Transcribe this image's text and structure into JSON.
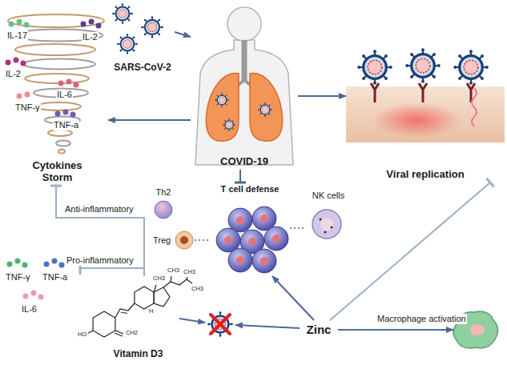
{
  "diagram": {
    "nodes": [
      {
        "text": [
          "SARS-CoV-2"
        ]
      },
      {
        "text": [
          "COVID-19"
        ]
      },
      {
        "text": [
          "Cytokines Storm"
        ]
      },
      {
        "text": [
          "Viral replication"
        ]
      },
      {
        "text": [
          "Th2"
        ]
      },
      {
        "text": [
          "T cell defense"
        ]
      },
      {
        "text": [
          "NK cells"
        ]
      },
      {
        "text": [
          "Treg"
        ]
      },
      {
        "text": [
          "Vitamin D3"
        ]
      },
      {
        "text": [
          "Zinc"
        ]
      }
    ],
    "edges": [
      {
        "from": 0,
        "to": 1,
        "arrow": "to"
      },
      {
        "from": 1,
        "to": 2,
        "arrow": "to"
      },
      {
        "from": 1,
        "to": 3,
        "arrow": "to"
      },
      {
        "from": 1,
        "to": 5,
        "arrow": "to"
      },
      {
        "from": 8,
        "to": 2,
        "label": "Anti-inflammatory",
        "arrow": "to"
      },
      {
        "from": 7,
        "to": 5,
        "arrow": "none"
      },
      {
        "from": 5,
        "to": 6,
        "arrow": "none"
      },
      {
        "from": 9,
        "to": 5,
        "arrow": "to"
      },
      {
        "from": 9,
        "to": 3,
        "arrow": "to"
      }
    ],
    "labels": [
      "IL-17",
      "IL-2",
      "IL-2",
      "TNF-γ",
      "IL-6",
      "TNF-a",
      "Pro-inflammatory",
      "TNF-γ",
      "TNF-a",
      "IL-6",
      "CH3",
      "CH3",
      "CH3",
      "CH3",
      "H",
      "CH2",
      "HO",
      "Macrophage activation"
    ]
  }
}
